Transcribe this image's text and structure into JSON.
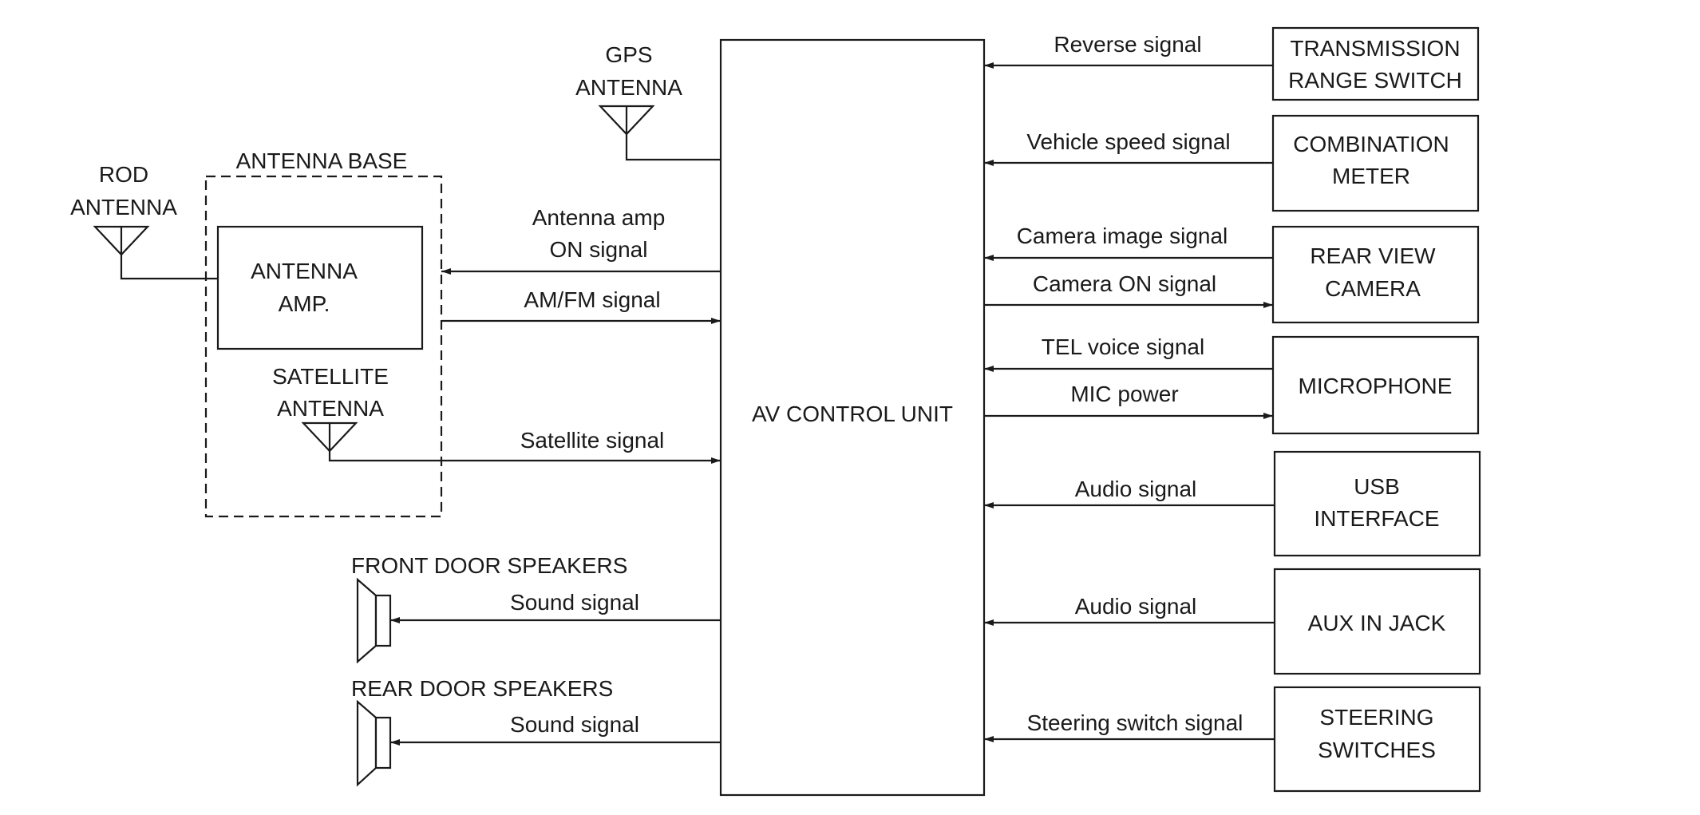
{
  "av_unit": {
    "label": "AV CONTROL UNIT"
  },
  "gps_antenna": {
    "line1": "GPS",
    "line2": "ANTENNA"
  },
  "rod_antenna": {
    "line1": "ROD",
    "line2": "ANTENNA"
  },
  "antenna_base": {
    "label": "ANTENNA BASE",
    "amp_line1": "ANTENNA",
    "amp_line2": "AMP.",
    "satellite_line1": "SATELLITE",
    "satellite_line2": "ANTENNA"
  },
  "left_signals": {
    "antenna_amp_on_line1": "Antenna amp",
    "antenna_amp_on_line2": "ON signal",
    "am_fm": "AM/FM signal",
    "satellite": "Satellite signal",
    "front_sound": "Sound signal",
    "rear_sound": "Sound signal"
  },
  "speakers": {
    "front": "FRONT DOOR SPEAKERS",
    "rear": "REAR DOOR SPEAKERS"
  },
  "right_components": {
    "transmission_line1": "TRANSMISSION",
    "transmission_line2": "RANGE SWITCH",
    "combination_line1": "COMBINATION",
    "combination_line2": "METER",
    "camera_line1": "REAR VIEW",
    "camera_line2": "CAMERA",
    "microphone": "MICROPHONE",
    "usb_line1": "USB",
    "usb_line2": "INTERFACE",
    "aux": "AUX IN JACK",
    "steering_line1": "STEERING",
    "steering_line2": "SWITCHES"
  },
  "right_signals": {
    "reverse": "Reverse signal",
    "vehicle_speed": "Vehicle speed signal",
    "camera_image": "Camera image signal",
    "camera_on": "Camera ON signal",
    "tel_voice": "TEL voice signal",
    "mic_power": "MIC power",
    "usb_audio": "Audio signal",
    "aux_audio": "Audio signal",
    "steering_switch": "Steering switch signal"
  }
}
